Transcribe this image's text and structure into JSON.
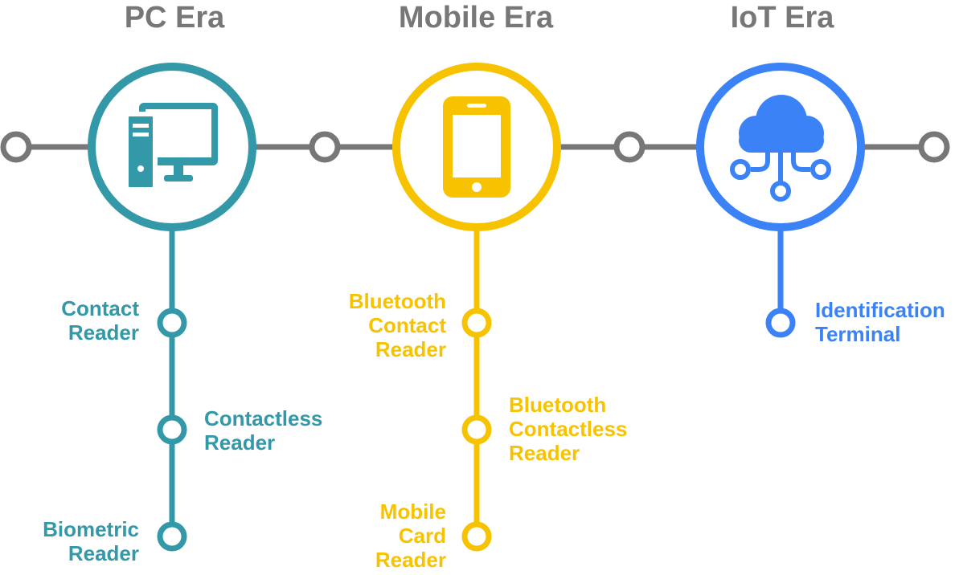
{
  "colors": {
    "line": "#777777",
    "pc": "#3398a8",
    "mobile": "#f7c300",
    "iot": "#3b82f6"
  },
  "eras": [
    {
      "title": "PC Era",
      "icon": "desktop-computer-icon",
      "color": "#3398a8",
      "items": [
        {
          "label": "Contact\nReader",
          "side": "left"
        },
        {
          "label": "Contactless\nReader",
          "side": "right"
        },
        {
          "label": "Biometric\nReader",
          "side": "left"
        }
      ]
    },
    {
      "title": "Mobile Era",
      "icon": "smartphone-icon",
      "color": "#f7c300",
      "items": [
        {
          "label": "Bluetooth\nContact\nReader",
          "side": "left"
        },
        {
          "label": "Bluetooth\nContactless\nReader",
          "side": "right"
        },
        {
          "label": "Mobile\nCard\nReader",
          "side": "left"
        }
      ]
    },
    {
      "title": "IoT Era",
      "icon": "cloud-network-icon",
      "color": "#3b82f6",
      "items": [
        {
          "label": "Identification\nTerminal",
          "side": "right"
        }
      ]
    }
  ]
}
